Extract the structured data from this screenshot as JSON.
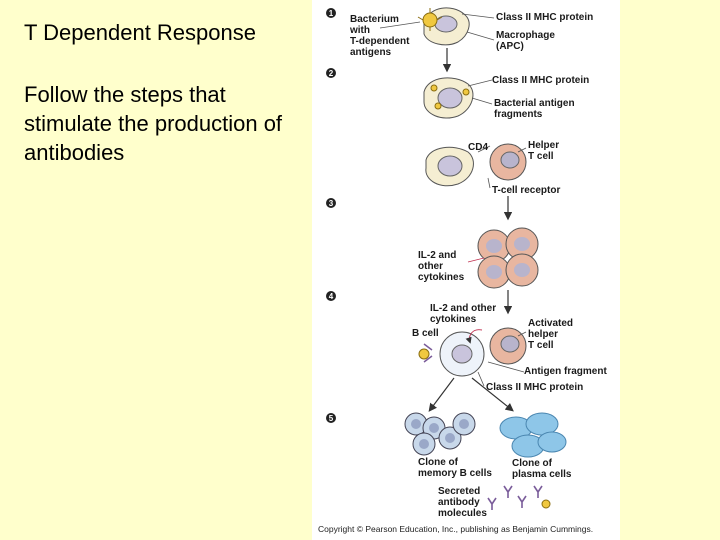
{
  "slide": {
    "title": "T Dependent Response",
    "body": "Follow the steps that stimulate the production of antibodies"
  },
  "figure": {
    "steps": [
      "1",
      "2",
      "3",
      "4",
      "5"
    ],
    "labels": {
      "bacterium": [
        "Bacterium",
        "with",
        "T-dependent",
        "antigens"
      ],
      "class_ii_mhc_1": "Class II MHC protein",
      "macrophage": [
        "Macrophage",
        "(APC)"
      ],
      "class_ii_mhc_2": "Class II MHC protein",
      "bacterial_fragments": [
        "Bacterial antigen",
        "fragments"
      ],
      "cd4": "CD4",
      "helper_t": [
        "Helper",
        "T cell"
      ],
      "t_cell_receptor": "T-cell receptor",
      "il2_1": [
        "IL-2 and",
        "other",
        "cytokines"
      ],
      "il2_2": [
        "IL-2 and other",
        "cytokines"
      ],
      "b_cell": "B cell",
      "activated_helper": [
        "Activated",
        "helper",
        "T cell"
      ],
      "antigen_fragment": "Antigen fragment",
      "class_ii_mhc_3": "Class II MHC protein",
      "memory_b": [
        "Clone of",
        "memory B cells"
      ],
      "plasma": [
        "Clone of",
        "plasma cells"
      ],
      "secreted": [
        "Secreted",
        "antibody",
        "molecules"
      ]
    },
    "copyright": "Copyright © Pearson Education, Inc., publishing as Benjamin Cummings.",
    "colors": {
      "macrophage": "#f5eed2",
      "nucleus": "#c9c4dc",
      "t_cell": "#e8b6a0",
      "t_nucleus": "#b8b4cc",
      "b_cell": "#c8d8ea",
      "plasma": "#8ec6e8",
      "antigen": "#f0c840",
      "antibody": "#7a5c9a",
      "arrow": "#333333"
    }
  }
}
